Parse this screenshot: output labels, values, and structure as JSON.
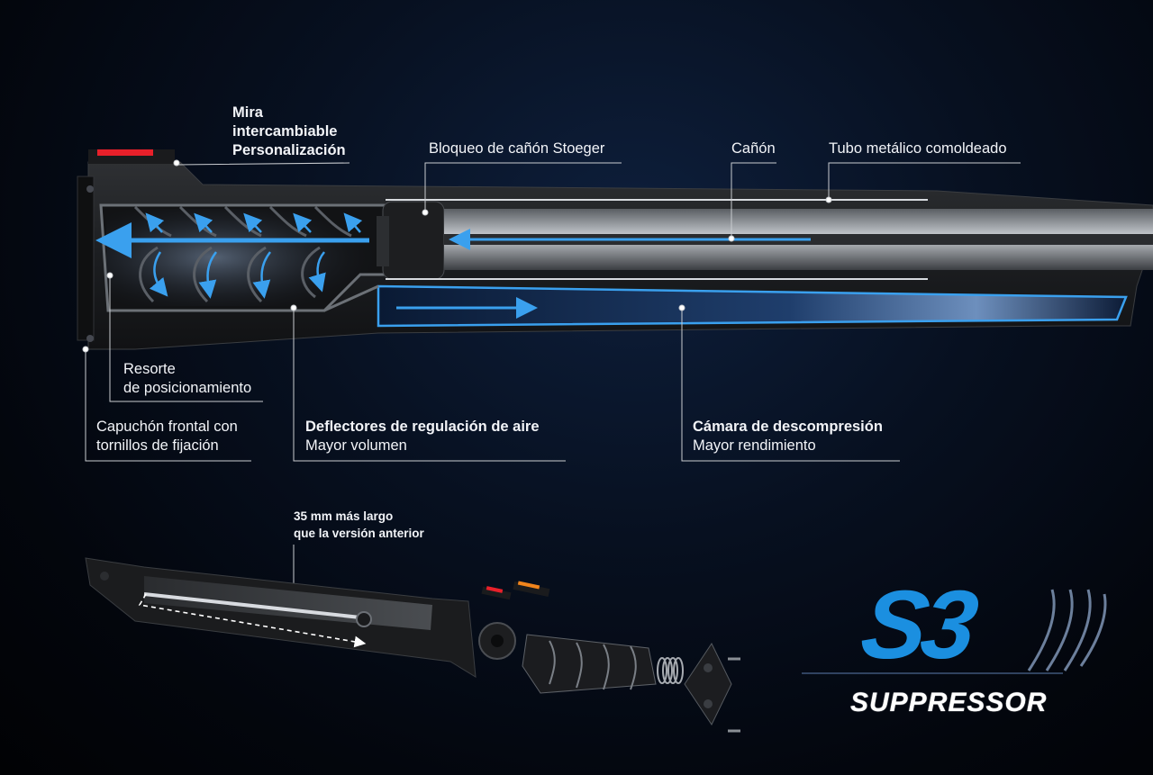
{
  "labels": {
    "sight": [
      "Mira",
      "intercambiable",
      "Personalización"
    ],
    "barrel_lock": "Bloqueo de cañón Stoeger",
    "barrel": "Cañón",
    "metal_tube": "Tubo metálico comoldeado",
    "spring": [
      "Resorte",
      "de posicionamiento"
    ],
    "front_cap": [
      "Capuchón frontal con",
      "tornillos de fijación"
    ],
    "deflectors_title": "Deflectores de regulación de aire",
    "deflectors_sub": "Mayor volumen",
    "chamber_title": "Cámara de descompresión",
    "chamber_sub": "Mayor rendimiento",
    "longer": [
      "35 mm más largo",
      "que la versión anterior"
    ]
  },
  "logo": {
    "mark": "S3",
    "word": "SUPPRESSOR"
  },
  "colors": {
    "accent_blue": "#1b8fe0",
    "airflow_blue": "#3aa0ee",
    "sight_red": "#e8202a",
    "background": "#03060d"
  }
}
